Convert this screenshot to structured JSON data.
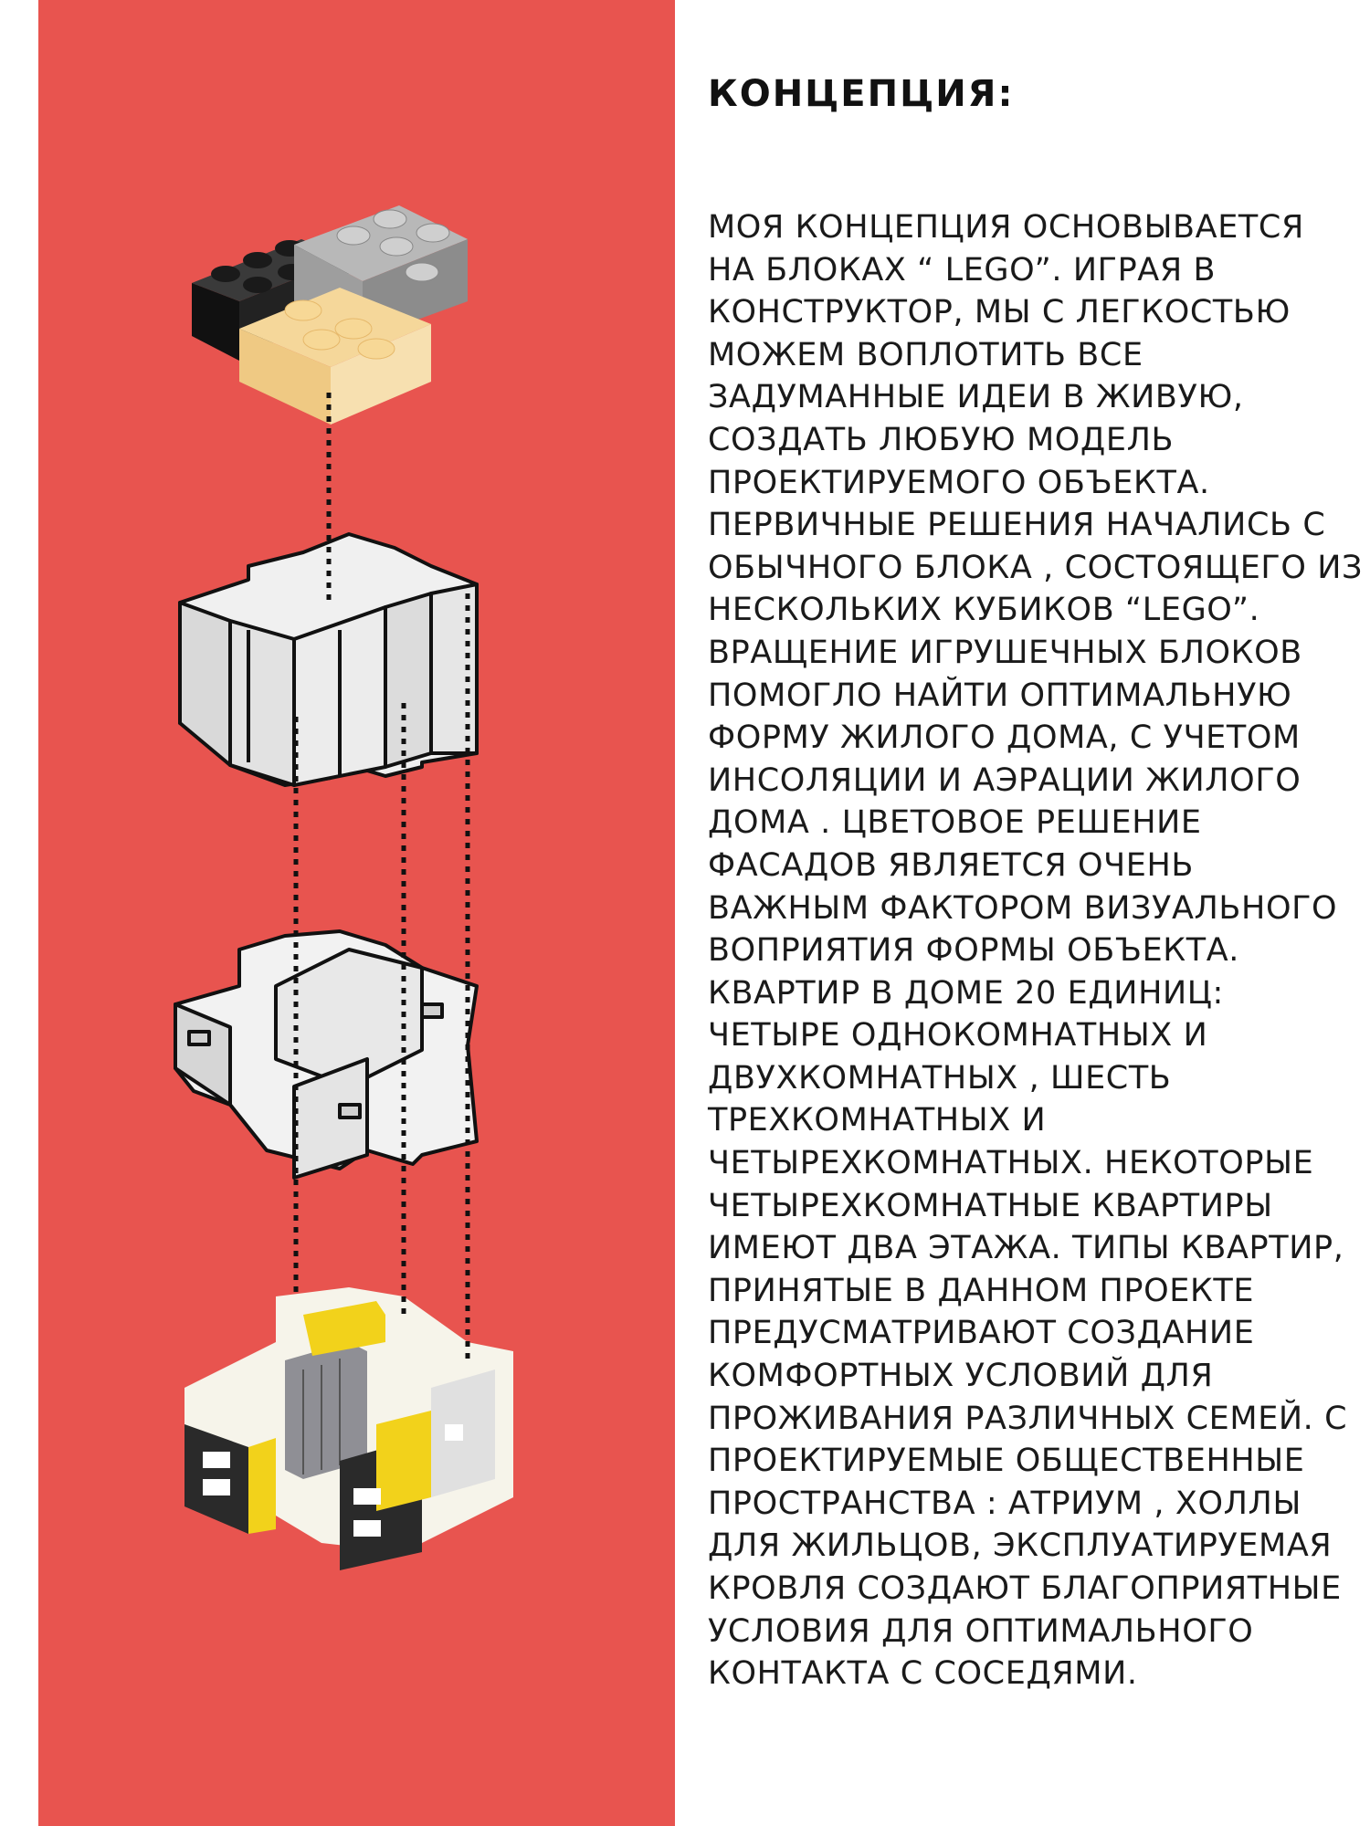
{
  "colors": {
    "panel": "#e8544f",
    "text": "#111111",
    "accent": "#f2d21b"
  },
  "concept": {
    "title": "КОНЦЕПЦИЯ:",
    "lines": [
      "МОЯ КОНЦЕПЦИЯ ОСНОВЫВАЕТСЯ",
      "НА БЛОКАХ “ LEGO”. ИГРАЯ В",
      "КОНСТРУКТОР, МЫ С ЛЕГКОСТЬЮ",
      "МОЖЕМ ВОПЛОТИТЬ ВСЕ",
      "ЗАДУМАННЫЕ ИДЕИ В ЖИВУЮ,",
      "СОЗДАТЬ ЛЮБУЮ МОДЕЛЬ",
      "ПРОЕКТИРУЕМОГО ОБЪЕКТА.",
      "ПЕРВИЧНЫЕ РЕШЕНИЯ НАЧАЛИСЬ С",
      "ОБЫЧНОГО БЛОКА , СОСТОЯЩЕГО ИЗ",
      "НЕСКОЛЬКИХ КУБИКОВ “LEGO”.",
      "ВРАЩЕНИЕ ИГРУШЕЧНЫХ БЛОКОВ",
      "ПОМОГЛО НАЙТИ ОПТИМАЛЬНУЮ",
      "ФОРМУ ЖИЛОГО ДОМА, С УЧЕТОМ",
      "ИНСОЛЯЦИИ И АЭРАЦИИ ЖИЛОГО",
      "ДОМА . ЦВЕТОВОЕ РЕШЕНИЕ",
      "ФАСАДОВ ЯВЛЯЕТСЯ ОЧЕНЬ",
      "ВАЖНЫМ ФАКТОРОМ ВИЗУАЛЬНОГО",
      "ВОПРИЯТИЯ ФОРМЫ ОБЪЕКТА.",
      "КВАРТИР В ДОМЕ 20 ЕДИНИЦ:",
      "ЧЕТЫРЕ ОДНОКОМНАТНЫХ И",
      "ДВУХКОМНАТНЫХ , ШЕСТЬ",
      "ТРЕХКОМНАТНЫХ И",
      "ЧЕТЫРЕХКОМНАТНЫХ. НЕКОТОРЫЕ",
      "ЧЕТЫРЕХКОМНАТНЫЕ КВАРТИРЫ",
      "ИМЕЮТ ДВА ЭТАЖА. ТИПЫ КВАРТИР,",
      "ПРИНЯТЫЕ В ДАННОМ ПРОЕКТЕ",
      "ПРЕДУСМАТРИВАЮТ СОЗДАНИЕ",
      "КОМФОРТНЫХ УСЛОВИЙ ДЛЯ",
      "ПРОЖИВАНИЯ РАЗЛИЧНЫХ СЕМЕЙ. С",
      "ПРОЕКТИРУЕМЫЕ ОБЩЕСТВЕННЫЕ",
      "ПРОСТРАНСТВА : АТРИУМ , ХОЛЛЫ",
      "ДЛЯ ЖИЛЬЦОВ, ЭКСПЛУАТИРУЕМАЯ",
      "КРОВЛЯ СОЗДАЮТ БЛАГОПРИЯТНЫЕ",
      "УСЛОВИЯ ДЛЯ ОПТИМАЛЬНОГО",
      "КОНТАКТА С СОСЕДЯМИ."
    ]
  }
}
